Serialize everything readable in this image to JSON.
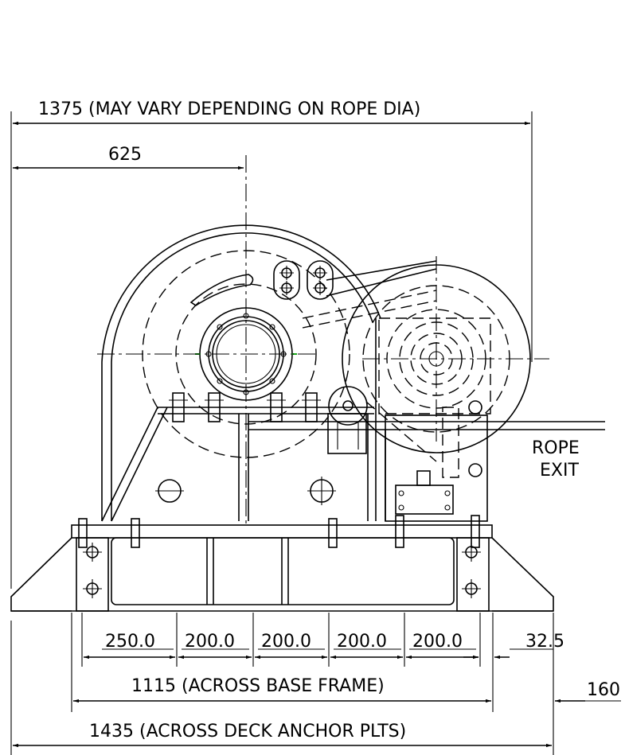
{
  "dimensions": {
    "overall_width": "1375 (MAY VARY DEPENDING ON ROPE DIA)",
    "drum_center": "625",
    "spacing_1": "250.0",
    "spacing_2": "200.0",
    "spacing_3": "200.0",
    "spacing_4": "200.0",
    "spacing_5": "200.0",
    "edge_offset": "32.5",
    "base_frame": "1115 (ACROSS BASE FRAME)",
    "anchor_offset": "160",
    "deck_anchor": "1435 (ACROSS DECK ANCHOR PLTS)"
  },
  "labels": {
    "rope_exit_line1": "ROPE",
    "rope_exit_line2": "EXIT"
  },
  "colors": {
    "line": "#000000",
    "accent_blue": "#1a1aa8",
    "accent_green": "#1aa81a"
  }
}
